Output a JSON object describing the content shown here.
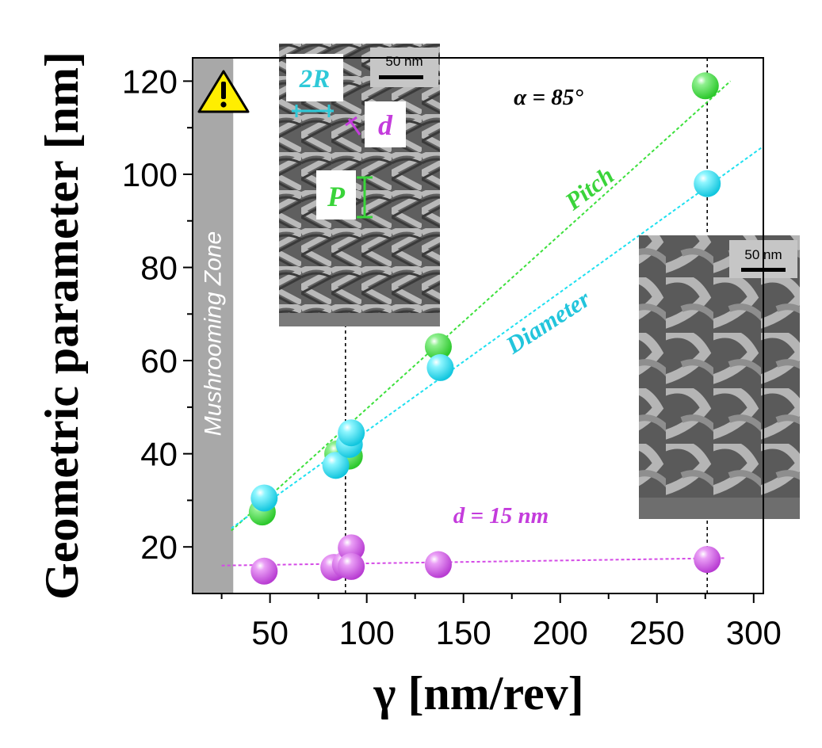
{
  "chart_data": {
    "type": "scatter",
    "xlabel": "γ [nm/rev]",
    "ylabel": "Geometric parameter [nm]",
    "xlim": [
      10,
      305
    ],
    "ylim": [
      10,
      125
    ],
    "xticks": [
      50,
      100,
      150,
      200,
      250,
      300
    ],
    "yticks": [
      20,
      40,
      60,
      80,
      100,
      120
    ],
    "grid": false,
    "series": [
      {
        "name": "Pitch",
        "color": "#3de03d",
        "points": [
          [
            46,
            27.5
          ],
          [
            85,
            40
          ],
          [
            91,
            39.5
          ],
          [
            137,
            63
          ],
          [
            275,
            119
          ]
        ],
        "fit": [
          [
            30,
            23.5
          ],
          [
            288,
            120
          ]
        ]
      },
      {
        "name": "Diameter",
        "color": "#1ee0f0",
        "points": [
          [
            47,
            30.5
          ],
          [
            84,
            37.5
          ],
          [
            91,
            42
          ],
          [
            92,
            44.5
          ],
          [
            138,
            58.5
          ],
          [
            276,
            98
          ]
        ],
        "fit": [
          [
            30,
            24
          ],
          [
            305,
            106
          ]
        ]
      },
      {
        "name": "d",
        "color": "#d44ae6",
        "points": [
          [
            47,
            14.8
          ],
          [
            83,
            15.6
          ],
          [
            89,
            16.2
          ],
          [
            92,
            19.8
          ],
          [
            92,
            15.8
          ],
          [
            137,
            16.2
          ],
          [
            276,
            17.3
          ]
        ],
        "fit": [
          [
            25,
            16
          ],
          [
            285,
            17.6
          ]
        ]
      }
    ],
    "vlines": [
      89,
      276
    ],
    "zone": {
      "x_from": 10,
      "x_to": 31,
      "label": "Mushrooming Zone"
    },
    "annotations": {
      "alpha": "α = 85°",
      "d_value": "d = 15 nm"
    },
    "inset_labels": {
      "scale_bar": "50 nm",
      "radius": "2R",
      "thickness": "d",
      "pitch": "P"
    },
    "warning_icon": "warning-triangle-icon"
  }
}
